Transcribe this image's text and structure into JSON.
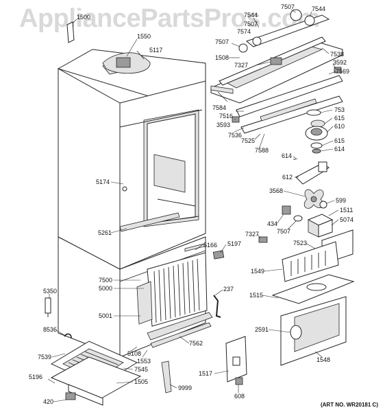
{
  "watermark": "AppliancePartsPros.com",
  "art_number": "(ART NO. WR20181 C)",
  "callouts": {
    "c1500": "1500",
    "c1550": "1550",
    "c5117": "5117",
    "c5174": "5174",
    "c5261": "5261",
    "c5166": "5166",
    "c5197": "5197",
    "c7500": "7500",
    "c5000": "5000",
    "c5350": "5350",
    "c5001": "5001",
    "c8536": "8536",
    "c7539": "7539",
    "c5108": "5108",
    "c1553": "1553",
    "c7562": "7562",
    "c237": "237",
    "c7545": "7545",
    "c5196": "5196",
    "c1505": "1505",
    "c420": "420",
    "c9999": "9999",
    "c1517": "1517",
    "c608": "608",
    "c7507a": "7507",
    "c7544a": "7544",
    "c7544b": "7544",
    "c7507b": "7507",
    "c7574": "7574",
    "c7507c": "7507",
    "c1508": "1508",
    "c7538": "7538",
    "c7327a": "7327",
    "c3592": "3592",
    "c7569": "7569",
    "c7584": "7584",
    "c7516": "7516",
    "c3593": "3593",
    "c753": "753",
    "c615a": "615",
    "c610": "610",
    "c7536": "7536",
    "c7525": "7525",
    "c7588": "7588",
    "c615b": "615",
    "c614a": "614",
    "c614b": "614",
    "c612": "612",
    "c3568": "3568",
    "c599": "599",
    "c1511": "1511",
    "c5074": "5074",
    "c434": "434",
    "c7507d": "7507",
    "c7327b": "7327",
    "c7523": "7523",
    "c1549": "1549",
    "c1515": "1515",
    "c2591": "2591",
    "c1548": "1548"
  }
}
